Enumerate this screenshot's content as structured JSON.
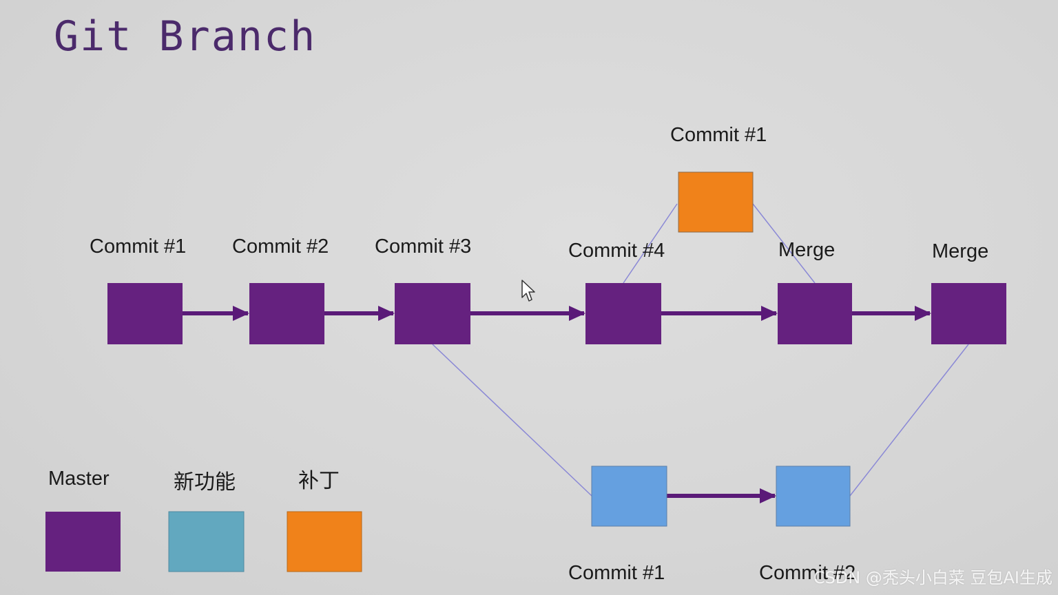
{
  "title": "Git Branch",
  "colors": {
    "master": "#65217f",
    "feature": "#65a0e0",
    "feature_legend": "#62a8bf",
    "hotfix": "#f0821a",
    "arrow": "#5a1a78",
    "branch_line": "#8a88d6"
  },
  "master_commits": [
    {
      "label": "Commit #1"
    },
    {
      "label": "Commit #2"
    },
    {
      "label": "Commit #3"
    },
    {
      "label": "Commit #4"
    },
    {
      "label": "Merge"
    },
    {
      "label": "Merge"
    }
  ],
  "hotfix_commits": [
    {
      "label": "Commit #1"
    }
  ],
  "feature_commits": [
    {
      "label": "Commit #1"
    },
    {
      "label": "Commit #2"
    }
  ],
  "legend": [
    {
      "label": "Master",
      "color_key": "master"
    },
    {
      "label": "新功能",
      "color_key": "feature_legend"
    },
    {
      "label": "补丁",
      "color_key": "hotfix"
    }
  ],
  "watermark": "CSDN @秃头小白菜 豆包AI生成"
}
